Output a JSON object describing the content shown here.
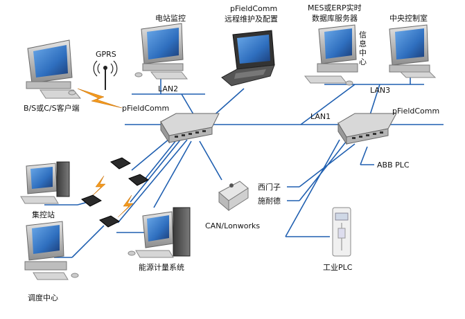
{
  "labels": {
    "power_station": "电站监控",
    "remote_maint_1": "pFieldComm",
    "remote_maint_2": "远程维护及配置",
    "mes_1": "MES或ERP实时",
    "mes_2": "数据库服务器",
    "info_center": "信息中心",
    "central_control": "中央控制室",
    "gprs": "GPRS",
    "bs_client": "B/S或C/S客户端",
    "lan2": "LAN2",
    "lan1": "LAN1",
    "lan3": "LAN3",
    "pfieldcomm_left": "pFieldComm",
    "pfieldcomm_right": "pFieldComm",
    "abb_plc": "ABB PLC",
    "siemens": "西门子",
    "schneider": "施耐德",
    "industrial_plc": "工业PLC",
    "can_lonworks": "CAN/Lonworks",
    "energy_metering": "能源计量系统",
    "control_station": "集控站",
    "dispatch_center": "调度中心"
  },
  "colors": {
    "network_line": "#1f5fb0",
    "wireless_bolt": "#f39a1e",
    "device_gray": "#c9c9c9",
    "screen_blue": "#2f6fbf"
  }
}
